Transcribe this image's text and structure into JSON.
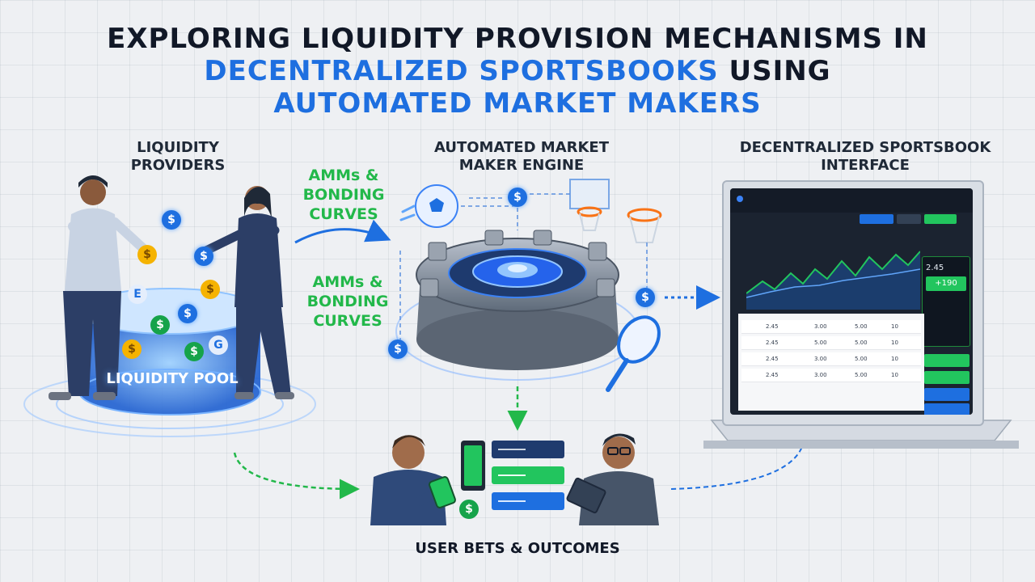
{
  "title": {
    "line1": "EXPLORING LIQUIDITY PROVISION MECHANISMS IN",
    "line2_blue": "DECENTRALIZED SPORTSBOOKS",
    "line2_rest": " USING",
    "line3": "AUTOMATED MARKET MAKERS"
  },
  "sections": {
    "providers": "LIQUIDITY\nPROVIDERS",
    "engine": "AUTOMATED MARKET\nMAKER ENGINE",
    "interface": "DECENTRALIZED SPORTSBOOK\nINTERFACE",
    "user_bets": "USER BETS & OUTCOMES"
  },
  "labels": {
    "amm_top": "AMMs &\nBONDING\nCURVES",
    "amm_bottom": "AMMs &\nBONDING\nCURVES",
    "pool": "LIQUIDITY POOL"
  },
  "coins": {
    "dollar": "$",
    "e": "E",
    "g": "G"
  },
  "sportsbook": {
    "odds_big": "2.45",
    "odds_green": "+190",
    "rows": [
      {
        "a": "2.45",
        "b": "3.00",
        "c": "5.00",
        "d": "10"
      },
      {
        "a": "2.45",
        "b": "5.00",
        "c": "5.00",
        "d": "10"
      },
      {
        "a": "2.45",
        "b": "3.00",
        "c": "5.00",
        "d": "10"
      },
      {
        "a": "2.45",
        "b": "3.00",
        "c": "5.00",
        "d": "10"
      }
    ]
  },
  "colors": {
    "accent_blue": "#1e6fe0",
    "accent_green": "#22b84a",
    "dark": "#111827"
  },
  "icons": [
    "soccer-ball-icon",
    "basketball-hoop-icon",
    "tennis-racket-icon",
    "gear-icon",
    "dollar-coin-icon",
    "smartphone-icon",
    "tablet-icon"
  ]
}
